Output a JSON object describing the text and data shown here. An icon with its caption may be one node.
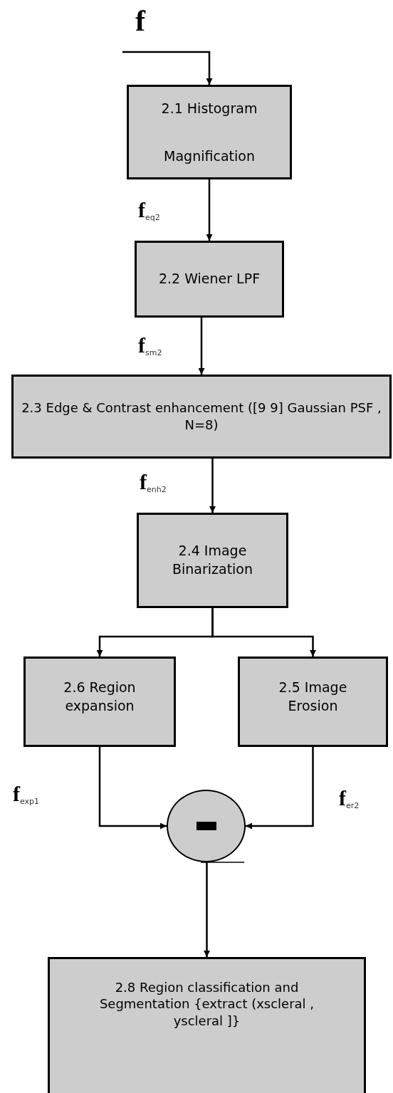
{
  "diagram": {
    "nodes": [
      {
        "text": [
          "2.1 Histogram Magnification"
        ]
      },
      {
        "text": [
          "2.2 Wiener LPF"
        ]
      },
      {
        "text": [
          "2.3 Edge & Contrast enhancement ([9 9] Gaussian PSF , N=8)"
        ]
      },
      {
        "text": [
          "2.4 Image Binarization"
        ]
      },
      {
        "text": [
          "2.6 Region expansion"
        ]
      },
      {
        "text": [
          "2.5 Image Erosion"
        ]
      },
      {
        "text": [],
        "shape": "circle"
      },
      {
        "text": [
          "2.8 Region classification and Segmentation {extract (xscleral , yscleral ]}"
        ]
      }
    ],
    "edges": [
      {
        "from": null,
        "to": 0,
        "arrow": "to",
        "label": "f"
      },
      {
        "from": 0,
        "to": 1,
        "arrow": "to",
        "label": "f$_{eq2}$"
      },
      {
        "from": 1,
        "to": 2,
        "arrow": "to",
        "label": "f$_{sm2}$"
      },
      {
        "from": 2,
        "to": 3,
        "arrow": "to",
        "label": "f$_{enh2}$"
      },
      {
        "from": 3,
        "to": 4,
        "arrow": "to"
      },
      {
        "from": 3,
        "to": 5,
        "arrow": "to"
      },
      {
        "from": 4,
        "to": 6,
        "arrow": "to",
        "label": "f$_{exp1}$"
      },
      {
        "from": 5,
        "to": 6,
        "arrow": "to",
        "label": "f$_{er2}$"
      },
      {
        "from": 6,
        "to": 7,
        "arrow": "to"
      }
    ]
  }
}
